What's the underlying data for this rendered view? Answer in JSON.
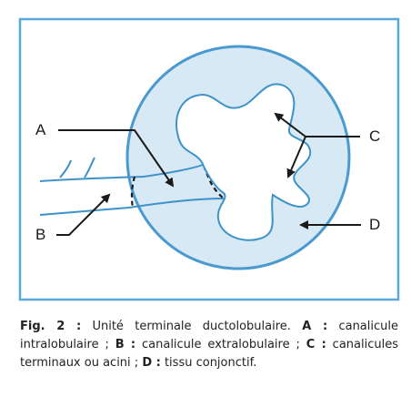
{
  "colors": {
    "frame": "#5aa8d9",
    "lobule_fill": "#d8e9f6",
    "lobule_stroke": "#4a9ad0",
    "duct_stroke": "#3f92c8",
    "lumen_fill": "#ffffff",
    "arrow": "#1a1a1a"
  },
  "labels": {
    "A": "A",
    "B": "B",
    "C": "C",
    "D": "D"
  },
  "caption": {
    "fig": "Fig. 2 :",
    "title": " Unité terminale ductolobulaire. ",
    "a_key": "A :",
    "a_text": " canalicule intralobulaire ; ",
    "b_key": "B :",
    "b_text": " canalicule extralobulaire ; ",
    "c_key": "C :",
    "c_text": " canalicules terminaux ou acini ; ",
    "d_key": "D :",
    "d_text": " tissu conjonctif."
  }
}
